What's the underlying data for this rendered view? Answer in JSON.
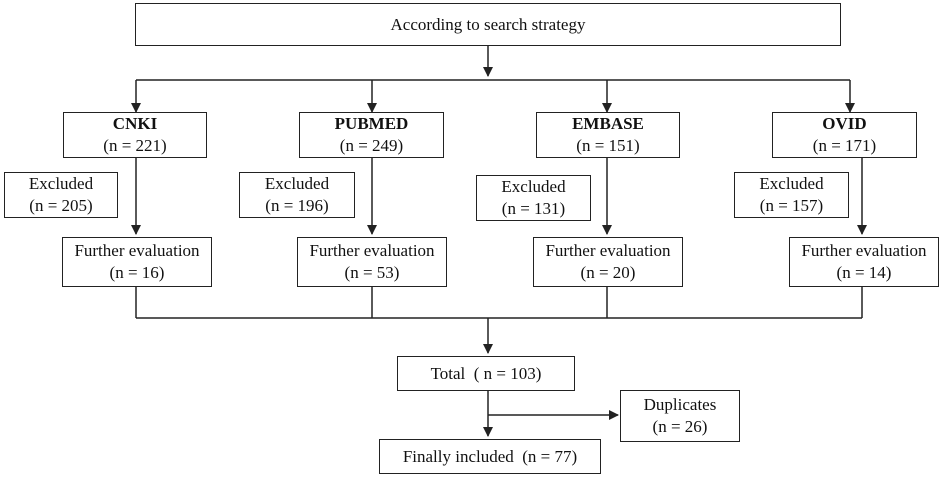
{
  "top_box": {
    "label": "According to search strategy"
  },
  "databases": [
    {
      "name": "CNKI",
      "count": "(n = 221)",
      "excluded_label": "Excluded",
      "excluded_count": "(n = 205)",
      "further_label": "Further evaluation",
      "further_count": "(n = 16)"
    },
    {
      "name": "PUBMED",
      "count": "(n = 249)",
      "excluded_label": "Excluded",
      "excluded_count": "(n = 196)",
      "further_label": "Further evaluation",
      "further_count": "(n = 53)"
    },
    {
      "name": "EMBASE",
      "count": "(n = 151)",
      "excluded_label": "Excluded",
      "excluded_count": "(n = 131)",
      "further_label": "Further evaluation",
      "further_count": "(n = 20)"
    },
    {
      "name": "OVID",
      "count": "(n = 171)",
      "excluded_label": "Excluded",
      "excluded_count": "(n = 157)",
      "further_label": "Further evaluation",
      "further_count": "(n = 14)"
    }
  ],
  "total_box": {
    "label": "Total  ( n = 103)"
  },
  "duplicates_box": {
    "label": "Duplicates",
    "count": "(n = 26)"
  },
  "final_box": {
    "label": "Finally included  (n = 77)"
  }
}
